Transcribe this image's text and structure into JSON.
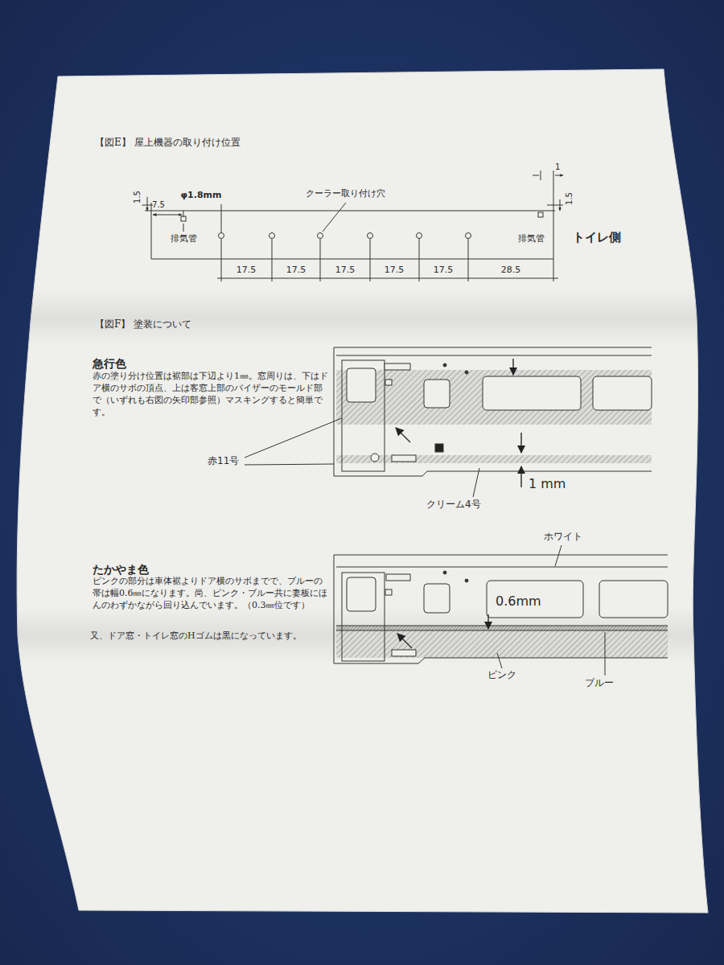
{
  "diagram": {
    "labels": [
      "【図E】 屋上機器の取り付け位置",
      "1.5",
      "7.5",
      "φ1.8mm",
      "クーラー取り付け穴",
      "排気管",
      "1",
      "1.5",
      "排気管",
      "トイレ側",
      "17.5",
      "17.5",
      "17.5",
      "17.5",
      "17.5",
      "28.5",
      "【図F】 塗装について",
      "急行色",
      "赤の塗り分け位置は裾部は下辺より1㎜。窓周りは、下はドア横のサボの頂点、上は客窓上部のバイザーのモールド部で（いずれも右図の矢印部参照）マスキングすると簡単です。",
      "赤11号",
      "1 mm",
      "クリーム4号",
      "たかやま色",
      "ピンクの部分は車体裾よりドア横のサボまでで、ブルーの帯は幅0.6㎜になります。尚、ピンク・ブルー共に妻板にほんのわずかながら回り込んでいます。（0.3㎜位です）",
      "又、ドア窓・トイレ窓のHゴムは黒になっています。",
      "ホワイト",
      "0.6mm",
      "ピンク",
      "ブルー"
    ]
  }
}
